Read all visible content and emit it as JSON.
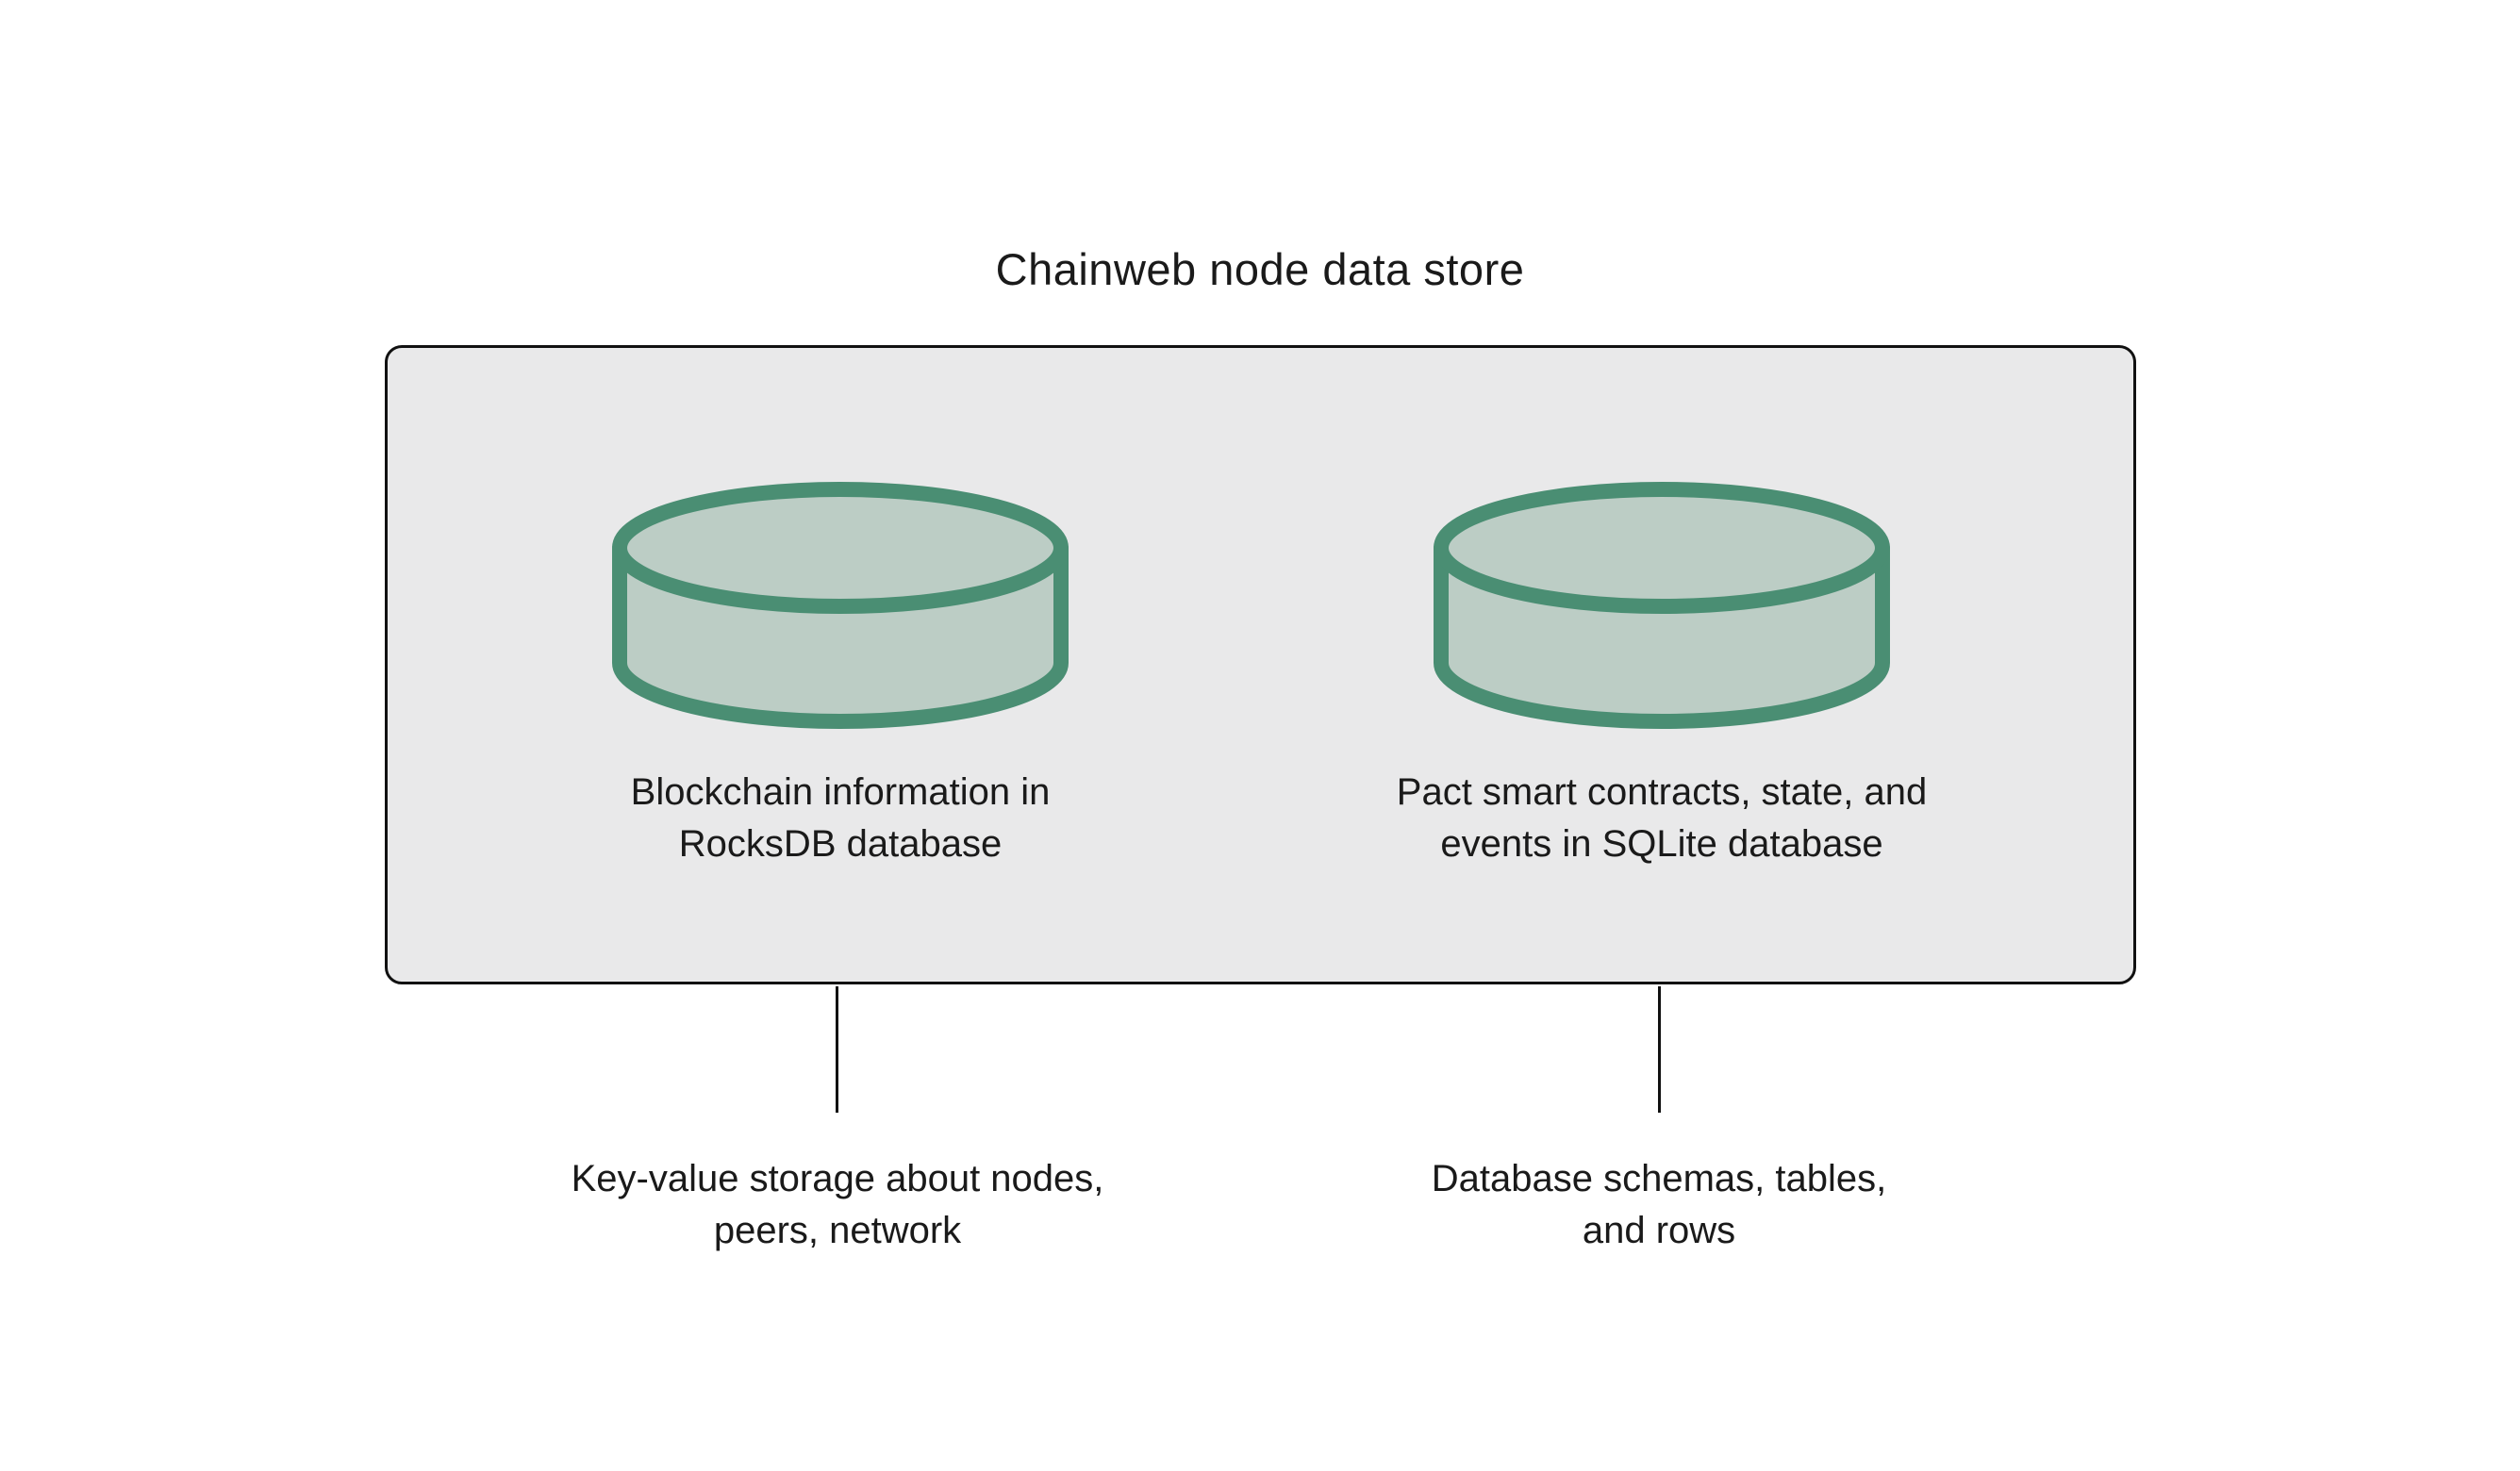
{
  "title": "Chainweb node data store",
  "databases": [
    {
      "id": "rocksdb",
      "icon": "database-cylinder-icon",
      "caption": "Blockchain information in\nRocksDB database",
      "annotation": "Key-value storage about nodes,\npeers, network"
    },
    {
      "id": "sqlite",
      "icon": "database-cylinder-icon",
      "caption": "Pact smart contracts, state, and\nevents in SQLite database",
      "annotation": "Database schemas, tables,\nand rows"
    }
  ],
  "colors": {
    "background": "#ffffff",
    "box_fill": "#e9e9ea",
    "box_border": "#111111",
    "cylinder_stroke": "#4a8e73",
    "cylinder_fill": "#bccdc5",
    "text": "#1a1a1a",
    "connector": "#111111"
  }
}
